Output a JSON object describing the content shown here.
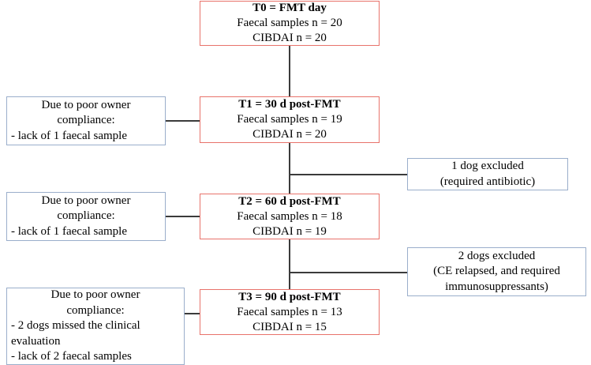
{
  "diagram": {
    "title": "FMT study participant flow",
    "colors": {
      "timepoint_border": "#e8736b",
      "note_border": "#9aaecb",
      "connector": "#3b3b3b",
      "background": "#ffffff",
      "text": "#000000"
    },
    "timepoints": [
      {
        "id": "T0",
        "title": "T0 = FMT day",
        "faecal": "Faecal samples n = 20",
        "cibdai": "CIBDAI n = 20"
      },
      {
        "id": "T1",
        "title": "T1 = 30 d post-FMT",
        "faecal": "Faecal samples n = 19",
        "cibdai": "CIBDAI n = 20"
      },
      {
        "id": "T2",
        "title": "T2 = 60 d post-FMT",
        "faecal": "Faecal samples n = 18",
        "cibdai": "CIBDAI n = 19"
      },
      {
        "id": "T3",
        "title": "T3 = 90 d post-FMT",
        "faecal": "Faecal samples n = 13",
        "cibdai": "CIBDAI n = 15"
      }
    ],
    "left_notes": [
      {
        "id": "note-T1",
        "line1": "Due to poor owner",
        "line2": "compliance:",
        "line3": "- lack of 1 faecal sample"
      },
      {
        "id": "note-T2",
        "line1": "Due to poor owner",
        "line2": "compliance:",
        "line3": "- lack of 1 faecal sample"
      },
      {
        "id": "note-T3",
        "line1": "Due to poor owner",
        "line2": "compliance:",
        "line3": "- 2 dogs missed the clinical",
        "line4": "evaluation",
        "line5": "- lack of 2 faecal samples"
      }
    ],
    "right_notes": [
      {
        "id": "exclusion-1",
        "line1": "1 dog excluded",
        "line2": "(required antibiotic)"
      },
      {
        "id": "exclusion-2",
        "line1": "2 dogs excluded",
        "line2": "(CE relapsed, and required",
        "line3": "immunosuppressants)"
      }
    ]
  }
}
